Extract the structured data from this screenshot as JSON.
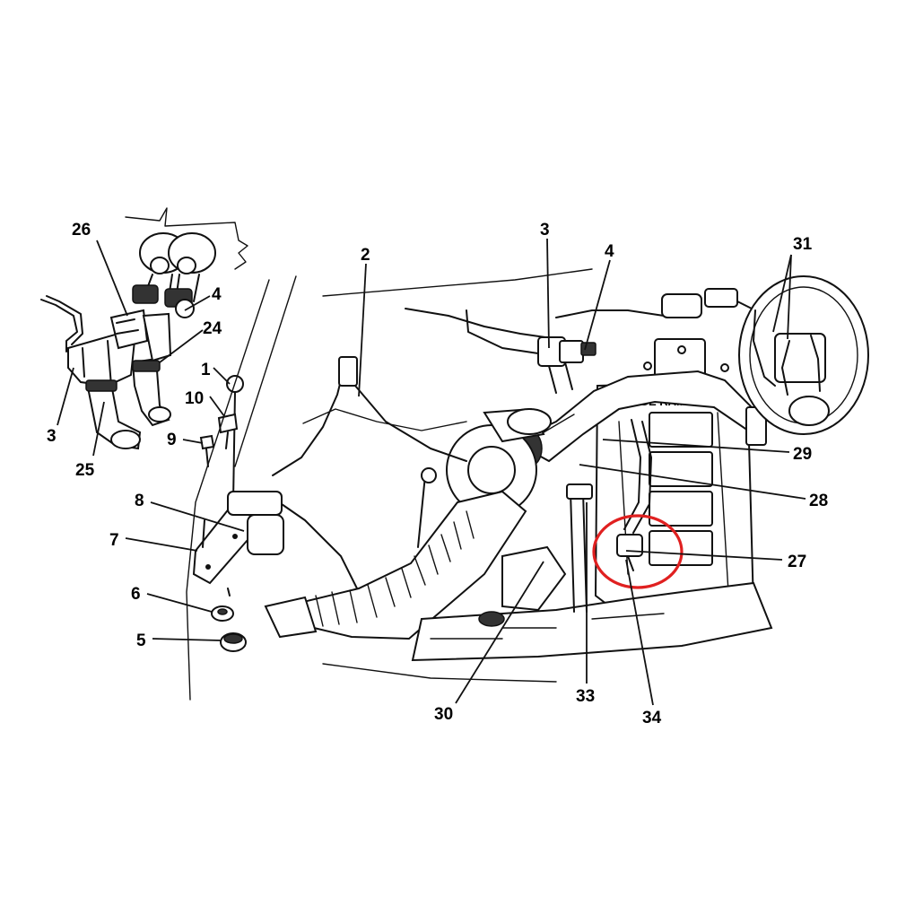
{
  "callouts": {
    "n1": "1",
    "n2": "2",
    "n3_top": "3",
    "n3_left": "3",
    "n4_top": "4",
    "n4_left": "4",
    "n5": "5",
    "n6": "6",
    "n7": "7",
    "n8": "8",
    "n9": "9",
    "n10": "10",
    "n24": "24",
    "n25": "25",
    "n26": "26",
    "n27": "27",
    "n28": "28",
    "n29": "29",
    "n30": "30",
    "n31": "31",
    "n33": "33",
    "n34": "34"
  },
  "engine_marking": "DODGE RAM",
  "highlight_color": "#e02020",
  "ink_color": "#111111"
}
